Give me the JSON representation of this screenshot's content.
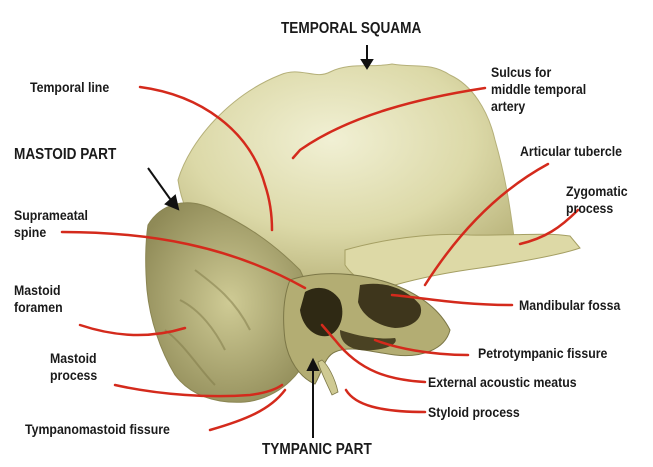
{
  "diagram": {
    "region_labels": {
      "temporal_squama": "TEMPORAL SQUAMA",
      "mastoid_part": "MASTOID PART",
      "tympanic_part": "TYMPANIC PART"
    },
    "structure_labels": {
      "temporal_line": "Temporal line",
      "sulcus": "Sulcus for\nmiddle temporal\nartery",
      "articular_tubercle": "Articular tubercle",
      "zygomatic_process": "Zygomatic\nprocess",
      "suprameatal_spine": "Suprameatal\nspine",
      "mastoid_foramen": "Mastoid\nforamen",
      "mandibular_fossa": "Mandibular fossa",
      "mastoid_process": "Mastoid\nprocess",
      "petrotympanic_fissure": "Petrotympanic fissure",
      "external_acoustic_meatus": "External acoustic meatus",
      "styloid_process": "Styloid process",
      "tympanomastoid_fissure": "Tympanomastoid fissure"
    },
    "colors": {
      "bone_light": "#e6e5bd",
      "bone_mid": "#cfcb92",
      "bone_shadow": "#8c8755",
      "cavity_dark": "#3a331a",
      "leader_line": "#d42a1c",
      "arrow": "#111111"
    }
  }
}
